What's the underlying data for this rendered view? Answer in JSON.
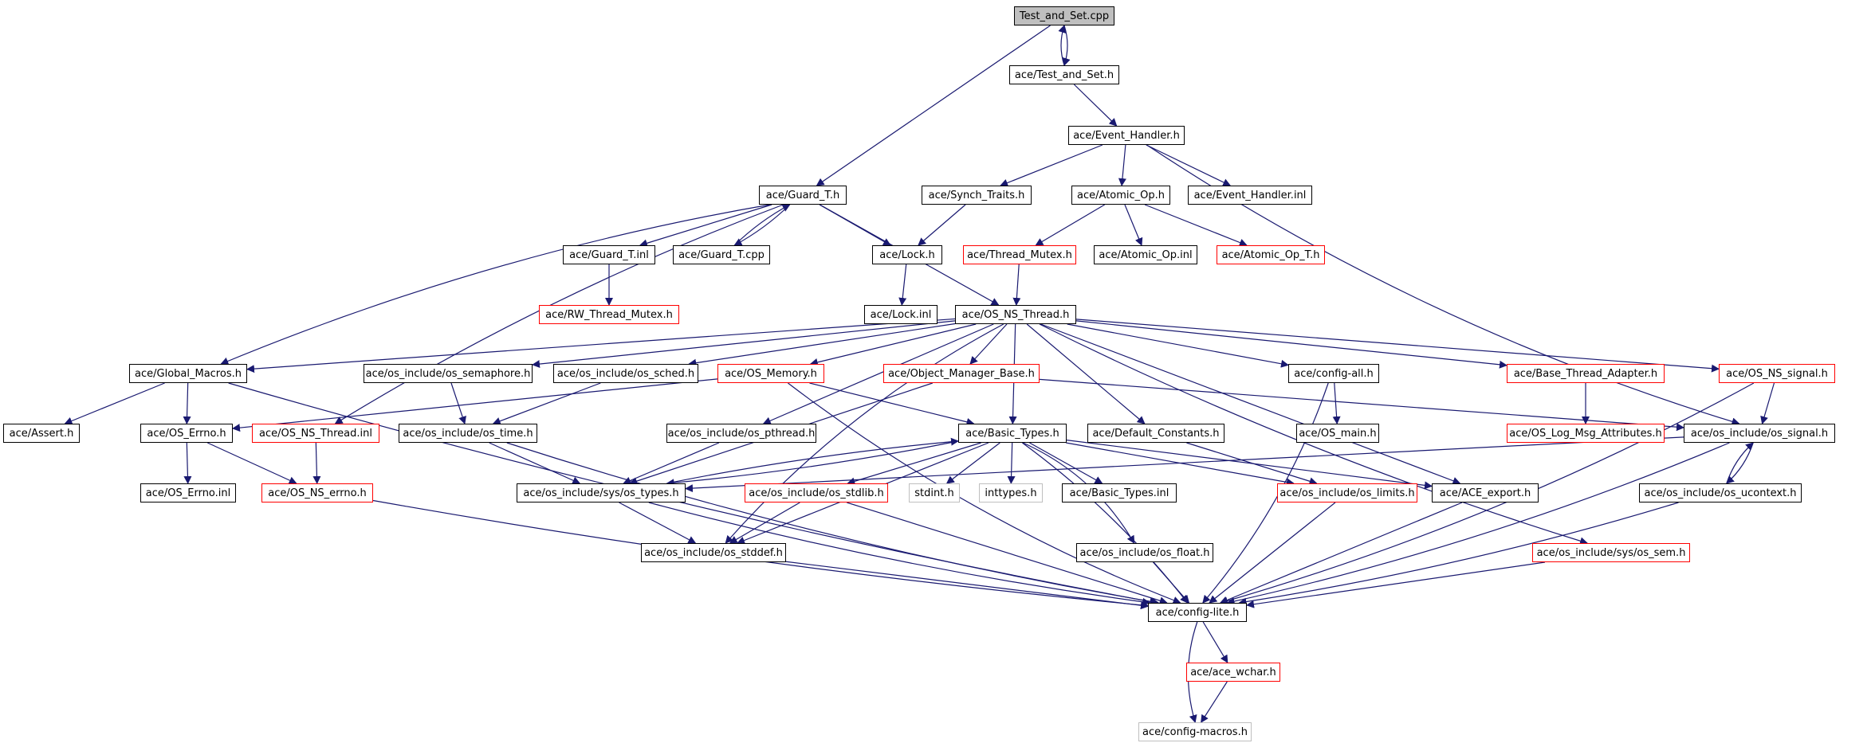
{
  "colors": {
    "edge": "#191970",
    "normal_border": "#000000",
    "incomplete_border": "#ff0000",
    "external_border": "#bfbfbf",
    "root_fill": "#bfbfbf"
  },
  "nodes": {
    "test_and_set_cpp": "Test_and_Set.cpp",
    "test_and_set_h": "ace/Test_and_Set.h",
    "event_handler_h": "ace/Event_Handler.h",
    "guard_t_h": "ace/Guard_T.h",
    "synch_traits_h": "ace/Synch_Traits.h",
    "atomic_op_h": "ace/Atomic_Op.h",
    "event_handler_inl": "ace/Event_Handler.inl",
    "guard_t_inl": "ace/Guard_T.inl",
    "guard_t_cpp": "ace/Guard_T.cpp",
    "lock_h": "ace/Lock.h",
    "thread_mutex_h": "ace/Thread_Mutex.h",
    "atomic_op_inl": "ace/Atomic_Op.inl",
    "atomic_op_t_h": "ace/Atomic_Op_T.h",
    "rw_thread_mutex_h": "ace/RW_Thread_Mutex.h",
    "lock_inl": "ace/Lock.inl",
    "os_ns_thread_h": "ace/OS_NS_Thread.h",
    "global_macros_h": "ace/Global_Macros.h",
    "os_semaphore_h": "ace/os_include/os_semaphore.h",
    "os_sched_h": "ace/os_include/os_sched.h",
    "os_memory_h": "ace/OS_Memory.h",
    "object_manager_base_h": "ace/Object_Manager_Base.h",
    "config_all_h": "ace/config-all.h",
    "base_thread_adapter_h": "ace/Base_Thread_Adapter.h",
    "os_ns_signal_h": "ace/OS_NS_signal.h",
    "assert_h": "ace/Assert.h",
    "os_errno_h": "ace/OS_Errno.h",
    "os_ns_thread_inl": "ace/OS_NS_Thread.inl",
    "os_time_h": "ace/os_include/os_time.h",
    "os_pthread_h": "ace/os_include/os_pthread.h",
    "basic_types_h": "ace/Basic_Types.h",
    "default_constants_h": "ace/Default_Constants.h",
    "os_main_h": "ace/OS_main.h",
    "os_log_msg_attributes_h": "ace/OS_Log_Msg_Attributes.h",
    "os_signal_h": "ace/os_include/os_signal.h",
    "os_errno_inl": "ace/OS_Errno.inl",
    "os_ns_errno_h": "ace/OS_NS_errno.h",
    "sys_os_types_h": "ace/os_include/sys/os_types.h",
    "os_stdlib_h": "ace/os_include/os_stdlib.h",
    "stdint_h": "stdint.h",
    "inttypes_h": "inttypes.h",
    "basic_types_inl": "ace/Basic_Types.inl",
    "os_limits_h": "ace/os_include/os_limits.h",
    "ace_export_h": "ace/ACE_export.h",
    "os_ucontext_h": "ace/os_include/os_ucontext.h",
    "os_stddef_h": "ace/os_include/os_stddef.h",
    "os_float_h": "ace/os_include/os_float.h",
    "sys_os_sem_h": "ace/os_include/sys/os_sem.h",
    "config_lite_h": "ace/config-lite.h",
    "ace_wchar_h": "ace/ace_wchar.h",
    "config_macros_h": "ace/config-macros.h"
  }
}
